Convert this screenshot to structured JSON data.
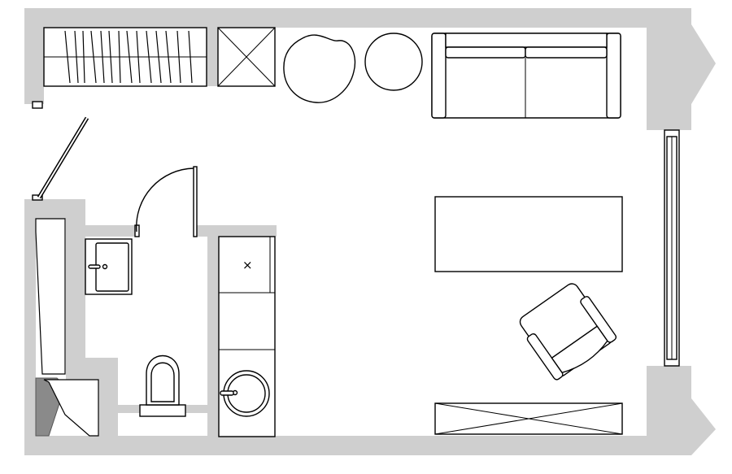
{
  "plan": {
    "labels": {
      "kitchen_cabinet_mark": "×"
    },
    "colors": {
      "wall": "#cfcfcf",
      "line": "#000000",
      "background": "#ffffff",
      "shower_shadow": "#8a8a8a"
    },
    "furniture": [
      "wardrobe",
      "storage-cabinet",
      "plant",
      "round-table",
      "sofa",
      "coffee-table",
      "armchair",
      "tv-console",
      "washbasin",
      "toilet",
      "kitchen-counter",
      "kitchen-sink",
      "bathtub",
      "window"
    ]
  }
}
